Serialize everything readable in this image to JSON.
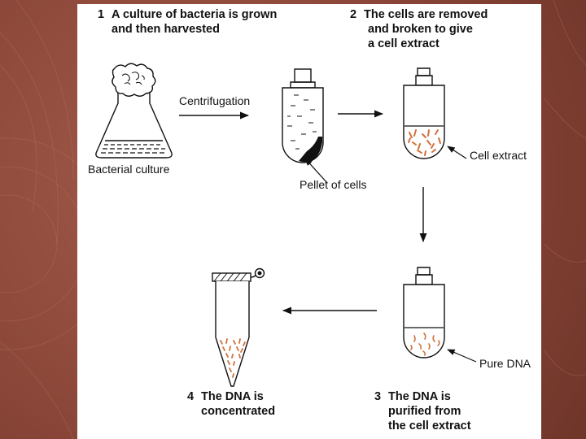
{
  "steps": [
    {
      "number": "1",
      "lines": [
        "A culture of bacteria is grown",
        "and then harvested"
      ]
    },
    {
      "number": "2",
      "lines": [
        "The cells are removed",
        "and broken to give",
        "a cell extract"
      ]
    },
    {
      "number": "3",
      "lines": [
        "The DNA is",
        "purified from",
        "the cell extract"
      ]
    },
    {
      "number": "4",
      "lines": [
        "The DNA is",
        "concentrated"
      ]
    }
  ],
  "labels": {
    "centrifugation": "Centrifugation",
    "bacterial_culture": "Bacterial culture",
    "pellet_of_cells": "Pellet of cells",
    "cell_extract": "Cell extract",
    "pure_dna": "Pure DNA"
  },
  "colors": {
    "background": "#8a4638",
    "panel": "#ffffff",
    "ink": "#111111",
    "cells": "#d2703a"
  }
}
